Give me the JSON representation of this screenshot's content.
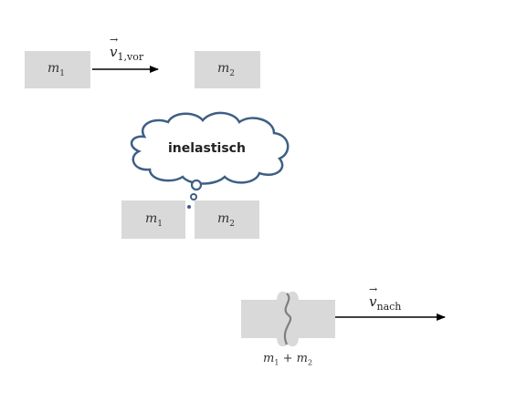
{
  "before": {
    "m1": {
      "symbol": "m",
      "index": "1"
    },
    "m2": {
      "symbol": "m",
      "index": "2"
    },
    "velocity": {
      "symbol": "v",
      "vector": "→",
      "subscript": "1,vor"
    }
  },
  "collision": {
    "thought": "inelastisch",
    "m1": {
      "symbol": "m",
      "index": "1"
    },
    "m2": {
      "symbol": "m",
      "index": "2"
    }
  },
  "after": {
    "combined": {
      "m1_symbol": "m",
      "m1_index": "1",
      "plus": "+",
      "m2_symbol": "m",
      "m2_index": "2"
    },
    "velocity": {
      "symbol": "v",
      "vector": "→",
      "subscript": "nach"
    }
  },
  "colors": {
    "block": "#d9d9d9",
    "cloud_stroke": "#3e5f85",
    "arrow": "#000000",
    "joint": "#7f7f7f"
  }
}
